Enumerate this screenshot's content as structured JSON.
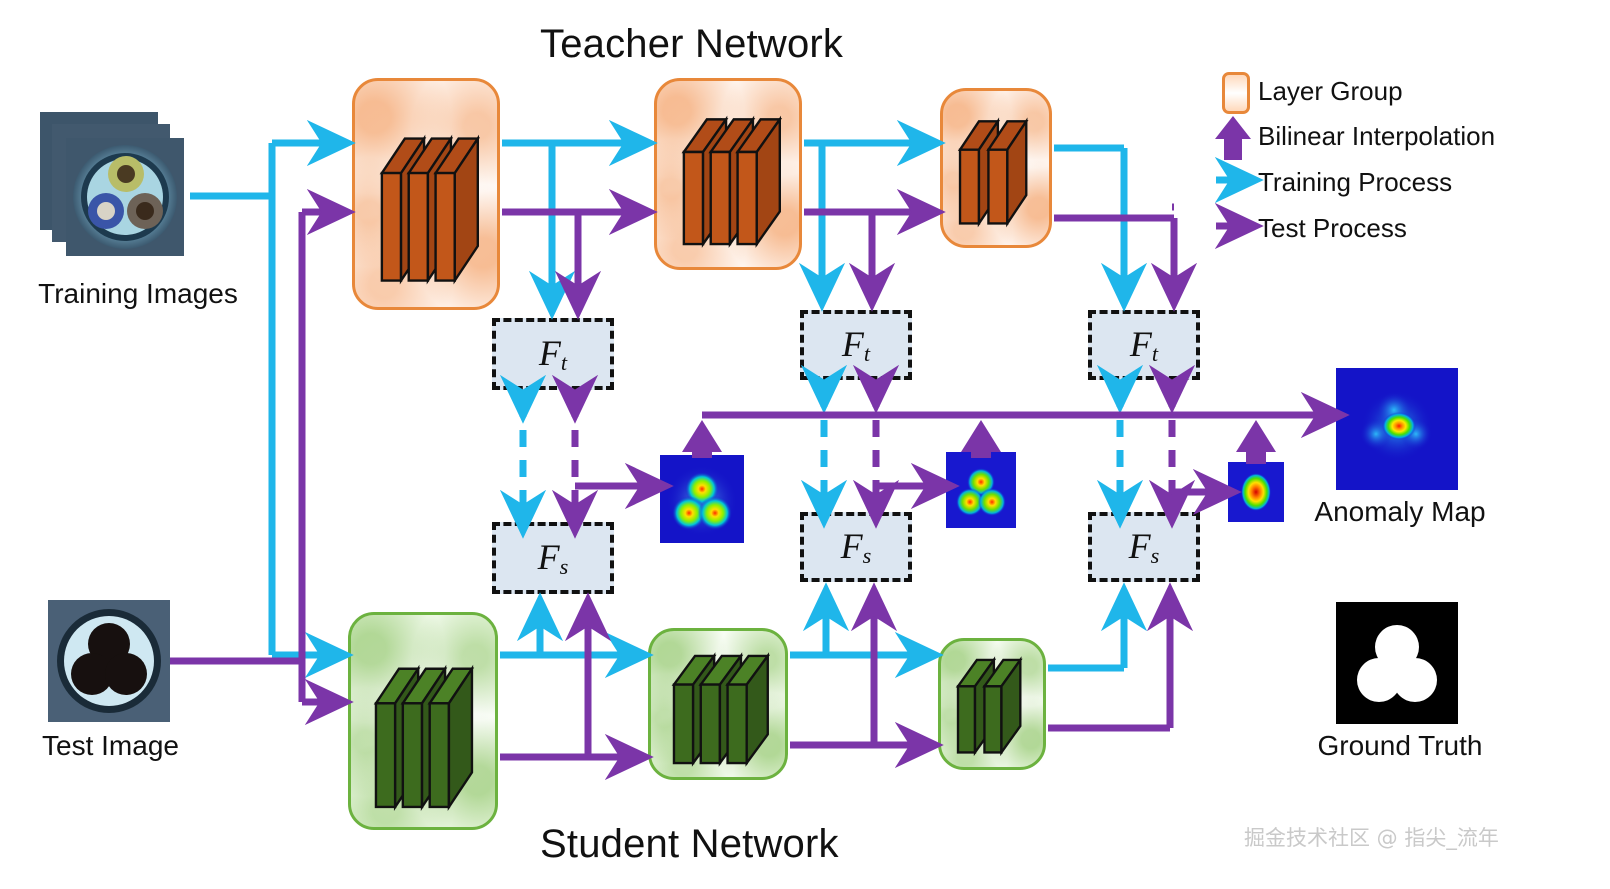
{
  "titles": {
    "teacher": "Teacher Network",
    "student": "Student Network"
  },
  "captions": {
    "training_images": "Training Images",
    "test_image": "Test Image",
    "anomaly_map": "Anomaly Map",
    "ground_truth": "Ground Truth"
  },
  "legend": {
    "items": [
      {
        "label": "Layer Group",
        "icon": "rounded-rect-swatch",
        "color": "#E8883A"
      },
      {
        "label": "Bilinear Interpolation",
        "icon": "up-arrow",
        "color": "#7B35A8"
      },
      {
        "label": "Training Process",
        "icon": "right-arrow",
        "color": "#1FB6EA"
      },
      {
        "label": "Test Process",
        "icon": "right-arrow",
        "color": "#7B35A8"
      }
    ]
  },
  "feature_boxes": {
    "teacher": [
      {
        "base": "F",
        "sub": "t"
      },
      {
        "base": "F",
        "sub": "t"
      },
      {
        "base": "F",
        "sub": "t"
      }
    ],
    "student": [
      {
        "base": "F",
        "sub": "s"
      },
      {
        "base": "F",
        "sub": "s"
      },
      {
        "base": "F",
        "sub": "s"
      }
    ]
  },
  "layer_groups": {
    "teacher": [
      {
        "slabs": 3
      },
      {
        "slabs": 3
      },
      {
        "slabs": 2
      }
    ],
    "student": [
      {
        "slabs": 3
      },
      {
        "slabs": 3
      },
      {
        "slabs": 2
      }
    ]
  },
  "colors": {
    "training_process": "#1FB6EA",
    "test_process": "#7B35A8",
    "teacher_block": "#C2571A",
    "teacher_border": "#E8883A",
    "student_block": "#3D6B1E",
    "student_border": "#6CB23F",
    "feature_box_fill": "#DCE6F1",
    "feature_box_border": "#111111"
  },
  "watermark": "掘金技术社区 @ 指尖_流年"
}
